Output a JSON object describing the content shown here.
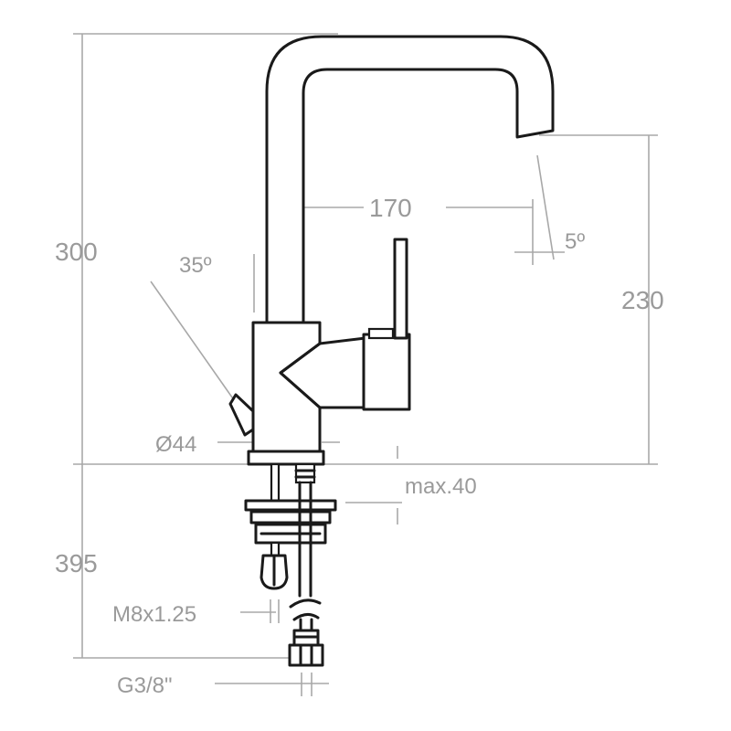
{
  "drawing": {
    "subject": "faucet-technical-drawing",
    "colors": {
      "outline": "#1a1a1a",
      "dimension": "#9a9a9a",
      "background": "#ffffff"
    },
    "dimensions": {
      "total_height": "300",
      "spout_height": "230",
      "spout_reach": "170",
      "lever_angle": "35º",
      "spout_angle": "5º",
      "base_diameter": "Ø44",
      "max_counter_thickness": "max.40",
      "below_counter_length": "395",
      "thread": "M8x1.25",
      "hose_connection": "G3/8\""
    }
  }
}
